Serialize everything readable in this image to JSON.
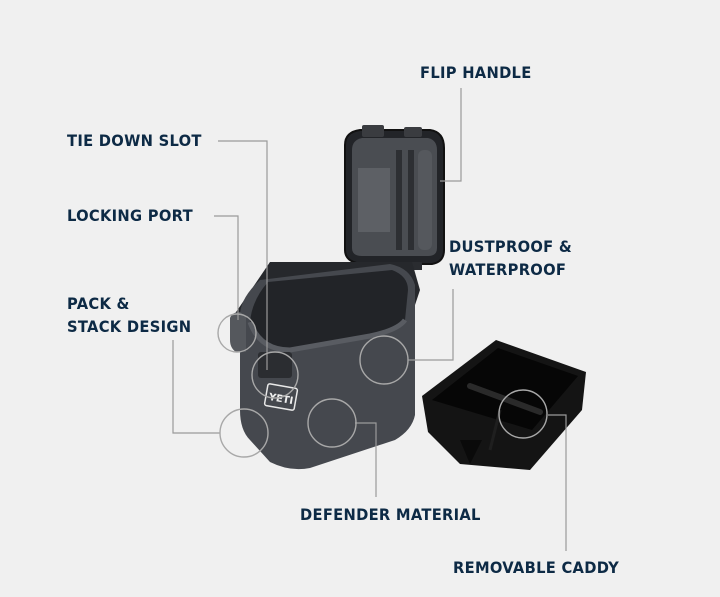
{
  "diagram": {
    "subject": "YETI LoadOut GoBox gear case",
    "logo_text": "YETI",
    "colors": {
      "background": "#f0f0f0",
      "label_text": "#0d2a45",
      "leader_line": "#9a9a9a",
      "case_body": "#3e4147",
      "case_interior": "#2a2c30",
      "caddy": "#141414"
    },
    "callouts": [
      {
        "id": "flip-handle",
        "label": "FLIP HANDLE"
      },
      {
        "id": "tie-down-slot",
        "label": "TIE DOWN SLOT"
      },
      {
        "id": "locking-port",
        "label": "LOCKING PORT"
      },
      {
        "id": "pack-stack",
        "label_line1": "PACK &",
        "label_line2": "STACK DESIGN"
      },
      {
        "id": "dustproof",
        "label_line1": "DUSTPROOF &",
        "label_line2": "WATERPROOF"
      },
      {
        "id": "defender-material",
        "label": "DEFENDER MATERIAL"
      },
      {
        "id": "removable-caddy",
        "label": "REMOVABLE CADDY"
      }
    ]
  }
}
